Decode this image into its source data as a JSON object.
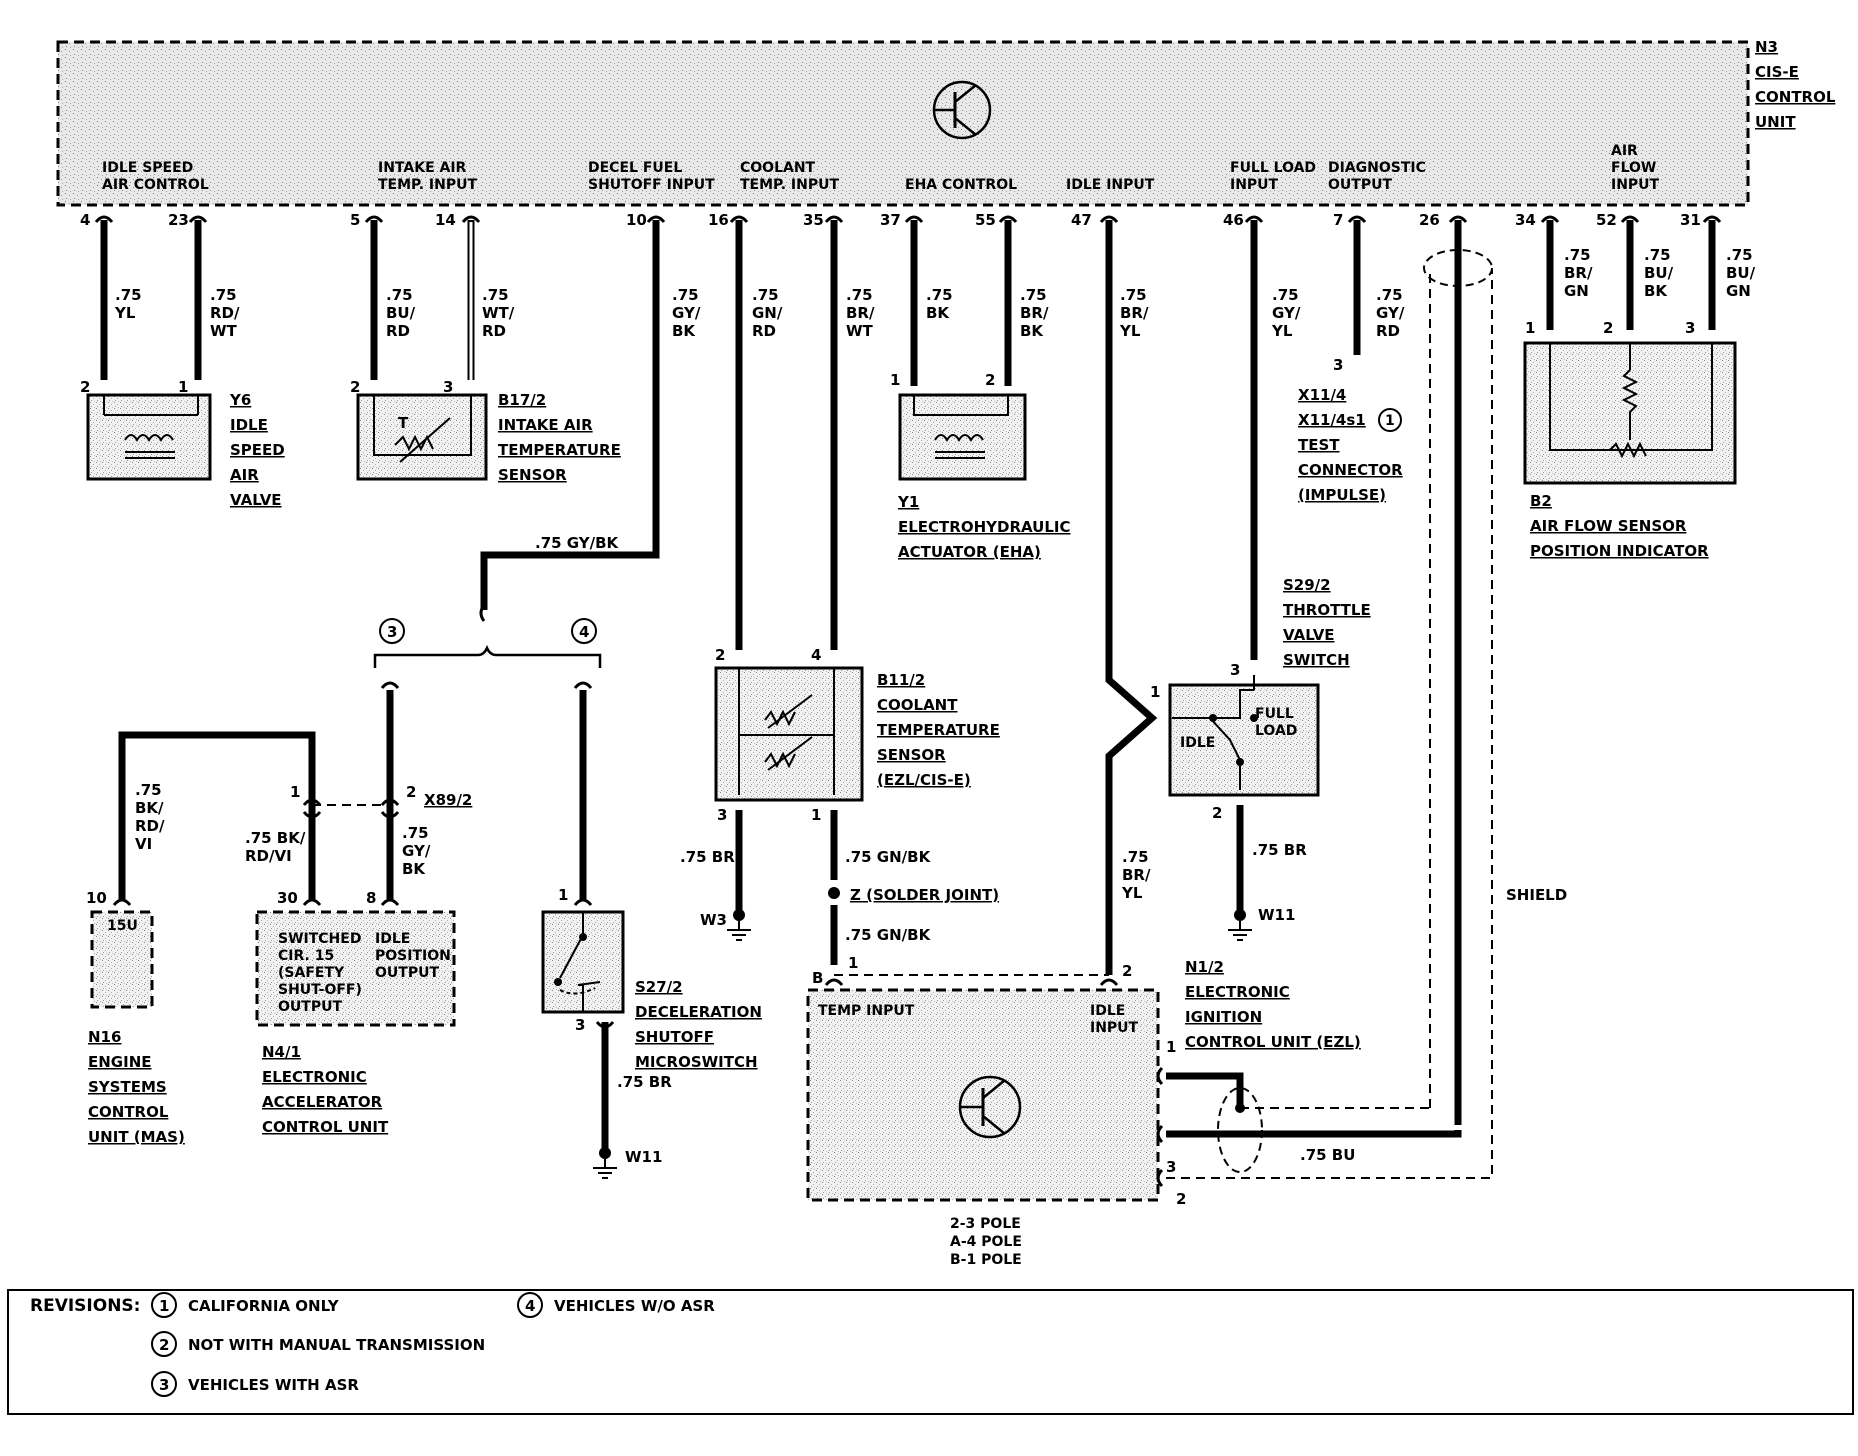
{
  "control_unit": {
    "name_lines": [
      "N3",
      "CIS-E",
      "CONTROL",
      "UNIT"
    ],
    "functions": [
      {
        "id": "idle-speed-air-control",
        "lines": [
          "IDLE SPEED",
          "AIR CONTROL"
        ]
      },
      {
        "id": "intake-air-temp-input",
        "lines": [
          "INTAKE AIR",
          "TEMP. INPUT"
        ]
      },
      {
        "id": "decel-fuel-shutoff-input",
        "lines": [
          "DECEL FUEL",
          "SHUTOFF INPUT"
        ]
      },
      {
        "id": "coolant-temp-input",
        "lines": [
          "COOLANT",
          "TEMP. INPUT"
        ]
      },
      {
        "id": "eha-control",
        "lines": [
          "EHA CONTROL"
        ]
      },
      {
        "id": "idle-input",
        "lines": [
          "IDLE INPUT"
        ]
      },
      {
        "id": "full-load-input",
        "lines": [
          "FULL LOAD",
          "INPUT"
        ]
      },
      {
        "id": "diagnostic-output",
        "lines": [
          "DIAGNOSTIC",
          "OUTPUT"
        ]
      },
      {
        "id": "air-flow-input",
        "lines": [
          "AIR",
          "FLOW",
          "INPUT"
        ]
      }
    ],
    "pins": [
      "4",
      "23",
      "5",
      "14",
      "10",
      "16",
      "35",
      "37",
      "55",
      "47",
      "46",
      "7",
      "26",
      "34",
      "52",
      "31"
    ]
  },
  "wires": {
    "p4": [
      ".75",
      "YL"
    ],
    "p23": [
      ".75",
      "RD/",
      "WT"
    ],
    "p5": [
      ".75",
      "BU/",
      "RD"
    ],
    "p14": [
      ".75",
      "WT/",
      "RD"
    ],
    "p10": [
      ".75",
      "GY/",
      "BK"
    ],
    "p16": [
      ".75",
      "GN/",
      "RD"
    ],
    "p35": [
      ".75",
      "BR/",
      "WT"
    ],
    "p37": [
      ".75",
      "BK"
    ],
    "p55": [
      ".75",
      "BR/",
      "BK"
    ],
    "p47": [
      ".75",
      "BR/",
      "YL"
    ],
    "p46": [
      ".75",
      "GY/",
      "YL"
    ],
    "p7": [
      ".75",
      "GY/",
      "RD"
    ],
    "p34": [
      ".75",
      "BR/",
      "GN"
    ],
    "p52": [
      ".75",
      "BU/",
      "BK"
    ],
    "p31": [
      ".75",
      "BU/",
      "GN"
    ],
    "decel_horizontal": ".75 GY/BK",
    "n16": [
      ".75",
      "BK/",
      "RD/",
      "VI"
    ],
    "n4_pin30": [
      ".75 BK/",
      "RD/VI"
    ],
    "n4_pin8": [
      ".75",
      "GY/",
      "BK"
    ],
    "coolant_gnd": ".75 BR",
    "coolant_out": ".75 GN/BK",
    "ezl_in": ".75 GN/BK",
    "idle_to_ezl": [
      ".75",
      "BR/",
      "YL"
    ],
    "throttle_gnd": ".75 BR",
    "s27_gnd": ".75 BR",
    "ezl_bu": ".75 BU",
    "shield": "SHIELD",
    "solder_joint": "Z (SOLDER JOINT)"
  },
  "components": {
    "y6": {
      "lines": [
        "Y6",
        "IDLE",
        "SPEED",
        "AIR",
        "VALVE"
      ],
      "pins": [
        "2",
        "1"
      ]
    },
    "b17": {
      "lines": [
        "B17/2",
        "INTAKE AIR",
        "TEMPERATURE",
        "SENSOR"
      ],
      "pins": [
        "2",
        "3"
      ],
      "inner": "T"
    },
    "y1": {
      "lines": [
        "Y1",
        "ELECTROHYDRAULIC",
        "ACTUATOR (EHA)"
      ],
      "pins": [
        "1",
        "2"
      ]
    },
    "x11": {
      "lines": [
        "X11/4",
        "X11/4s1",
        "TEST",
        "CONNECTOR",
        "(IMPULSE)"
      ],
      "pin": "3",
      "rev": "1"
    },
    "b2": {
      "lines": [
        "B2",
        "AIR FLOW SENSOR",
        "POSITION INDICATOR"
      ],
      "pins": [
        "1",
        "2",
        "3"
      ]
    },
    "b11": {
      "lines": [
        "B11/2",
        "COOLANT",
        "TEMPERATURE",
        "SENSOR",
        "(EZL/CIS-E)"
      ],
      "pins": [
        "2",
        "4",
        "3",
        "1"
      ]
    },
    "s29": {
      "lines": [
        "S29/2",
        "THROTTLE",
        "VALVE",
        "SWITCH"
      ],
      "pins": [
        "3",
        "1",
        "2"
      ],
      "idle": "IDLE",
      "full": [
        "FULL",
        "LOAD"
      ]
    },
    "x89": {
      "label": "X89/2",
      "pins": [
        "1",
        "2"
      ]
    },
    "n16": {
      "lines": [
        "N16",
        "ENGINE",
        "SYSTEMS",
        "CONTROL",
        "UNIT (MAS)"
      ],
      "pin": "10",
      "inner": "15U"
    },
    "n4": {
      "lines": [
        "N4/1",
        "ELECTRONIC",
        "ACCELERATOR",
        "CONTROL UNIT"
      ],
      "pins": [
        "30",
        "8"
      ],
      "inner_left": [
        "SWITCHED",
        "CIR. 15",
        "(SAFETY",
        "SHUT-OFF)",
        "OUTPUT"
      ],
      "inner_right": [
        "IDLE",
        "POSITION",
        "OUTPUT"
      ]
    },
    "s27": {
      "lines": [
        "S27/2",
        "DECELERATION",
        "SHUTOFF",
        "MICROSWITCH"
      ],
      "pins": [
        "1",
        "3"
      ]
    },
    "n1": {
      "lines": [
        "N1/2",
        "ELECTRONIC",
        "IGNITION",
        "CONTROL UNIT (EZL)"
      ],
      "pins": [
        "B",
        "1",
        "2",
        "1",
        "3",
        "2"
      ],
      "temp_input": "TEMP INPUT",
      "idle_input": [
        "IDLE",
        "INPUT"
      ],
      "pole_note": [
        "2-3 POLE",
        "A-4 POLE",
        "B-1 POLE"
      ]
    }
  },
  "grounds": {
    "w3": "W3",
    "w11_throttle": "W11",
    "w11_s27": "W11"
  },
  "options": {
    "asr": "3",
    "no_asr": "4"
  },
  "revisions": {
    "title": "REVISIONS:",
    "items": [
      {
        "num": "1",
        "text": "CALIFORNIA ONLY"
      },
      {
        "num": "2",
        "text": "NOT WITH MANUAL TRANSMISSION"
      },
      {
        "num": "3",
        "text": "VEHICLES WITH ASR"
      },
      {
        "num": "4",
        "text": "VEHICLES W/O ASR"
      }
    ]
  }
}
